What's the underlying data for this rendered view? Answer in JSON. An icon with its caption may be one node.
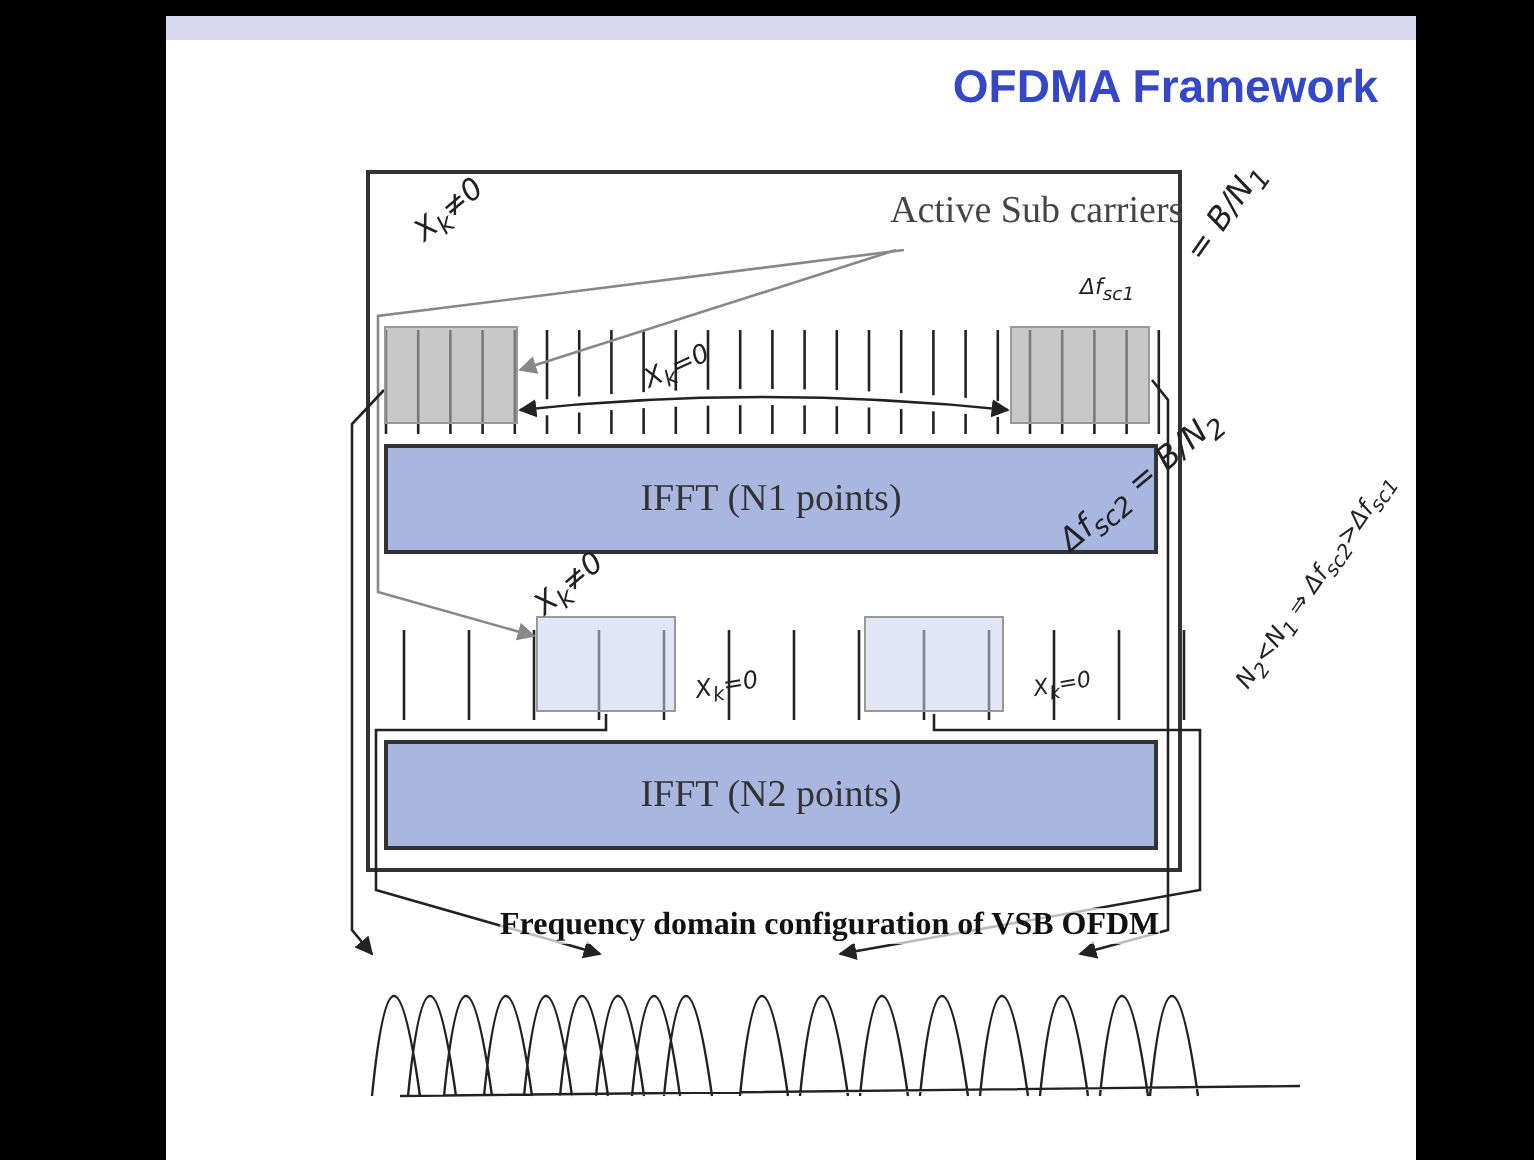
{
  "diagram": {
    "title": "OFDMA Framework",
    "caption": "Frequency domain configuration of VSB OFDM",
    "nodes": [
      {
        "text": [
          "Active Sub carriers"
        ]
      },
      {
        "text": [],
        "shape": "box"
      },
      {
        "text": [],
        "shape": "box"
      },
      {
        "text": [
          "IFFT (N1 points)"
        ]
      },
      {
        "text": [],
        "shape": "box"
      },
      {
        "text": [],
        "shape": "box"
      },
      {
        "text": [
          "IFFT (N2 points)"
        ]
      },
      {
        "text": [],
        "shape": "picture"
      }
    ],
    "edges": [
      {
        "from": 0,
        "to": 1,
        "arrow": "to",
        "color": "#888888"
      },
      {
        "from": 0,
        "to": 4,
        "arrow": "to",
        "color": "#888888"
      },
      {
        "from": 1,
        "to": 2,
        "arrow": "both",
        "label": "X$_{k}$=0"
      },
      {
        "from": 1,
        "to": 7,
        "arrow": "to"
      },
      {
        "from": 4,
        "to": 7,
        "arrow": "to"
      },
      {
        "from": 5,
        "to": 7,
        "arrow": "to"
      },
      {
        "from": 2,
        "to": 7,
        "arrow": "to"
      }
    ],
    "labels": [
      "X$_{k}$≠0",
      "Δf$_{sc1}$",
      "= B/N$_{1}$",
      "Δf$_{sc2}$ = B/N$_{2}$",
      "X$_{k}$≠0",
      "X$_{k}$=0",
      "X$_{k}$=0",
      "N$_{2}$<N$_{1}$ ⇒ Δf$_{sc2}$>Δf$_{sc1}$"
    ]
  }
}
